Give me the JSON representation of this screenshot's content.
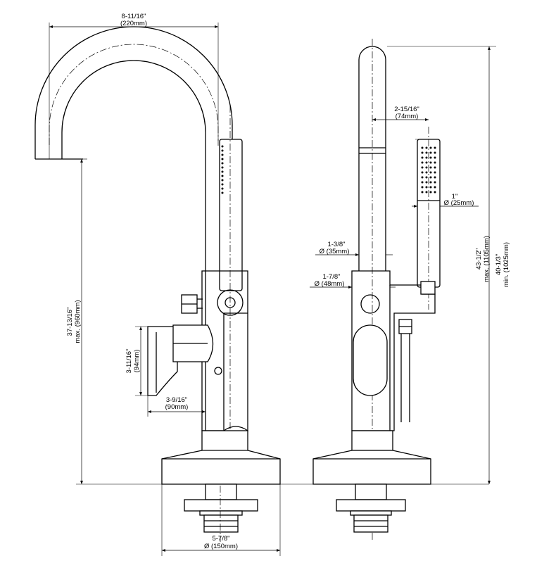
{
  "dimensions": {
    "spout_reach": {
      "imperial": "8-11/16\"",
      "metric": "(220mm)"
    },
    "spout_height": {
      "imperial": "37-13/16\"",
      "metric": "max. (960mm)"
    },
    "handle_height": {
      "imperial": "3-11/16\"",
      "metric": "(94mm)"
    },
    "handle_depth": {
      "imperial": "3-9/16\"",
      "metric": "(90mm)"
    },
    "base_diameter": {
      "imperial": "5-7/8\"",
      "metric": "Ø (150mm)"
    },
    "spout_offset": {
      "imperial": "2-15/16\"",
      "metric": "(74mm)"
    },
    "handshower_diameter": {
      "imperial": "1\"",
      "metric": "Ø (25mm)"
    },
    "riser_diameter": {
      "imperial": "1-3/8\"",
      "metric": "Ø (35mm)"
    },
    "body_diameter": {
      "imperial": "1-7/8\"",
      "metric": "Ø (48mm)"
    },
    "total_height": {
      "imperial": "43-1/2\"",
      "metric": "max. (1105mm)"
    },
    "min_height": {
      "imperial": "40-1/3\"",
      "metric": "min. (1025mm)"
    }
  }
}
